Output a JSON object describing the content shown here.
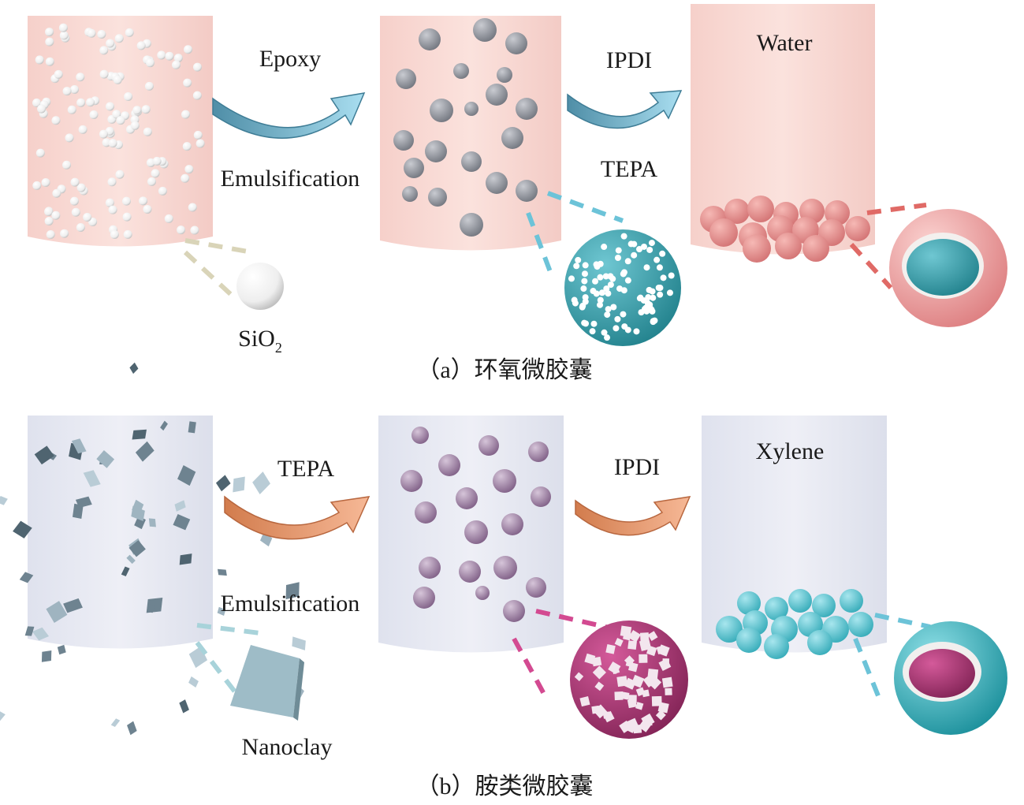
{
  "panel_a": {
    "caption": "（a）环氧微胶囊",
    "step1_top": "Epoxy",
    "step1_bottom": "Emulsification",
    "step2_top": "IPDI",
    "step2_bottom": "TEPA",
    "medium": "Water",
    "particle_main": "SiO",
    "particle_sub": "2",
    "colors": {
      "beaker": "#f9d9d3",
      "arrow": "#6aaec6",
      "shell": "#e8898a",
      "core": "#3ba7b4",
      "dash_shell": "#e06a66",
      "dash_core": "#6cc3d8",
      "dash_particle": "#d7d2b5"
    }
  },
  "panel_b": {
    "caption": "（b）胺类微胶囊",
    "step1_top": "TEPA",
    "step1_bottom": "Emulsification",
    "step2_top": "IPDI",
    "medium": "Xylene",
    "particle": "Nanoclay",
    "colors": {
      "beaker": "#e4e6f0",
      "arrow": "#e39a6f",
      "shell": "#4fc2cc",
      "core": "#b43a7c",
      "dash_shell": "#6cc3d8",
      "dash_core": "#d34a91",
      "dash_particle": "#a8d3da"
    }
  }
}
